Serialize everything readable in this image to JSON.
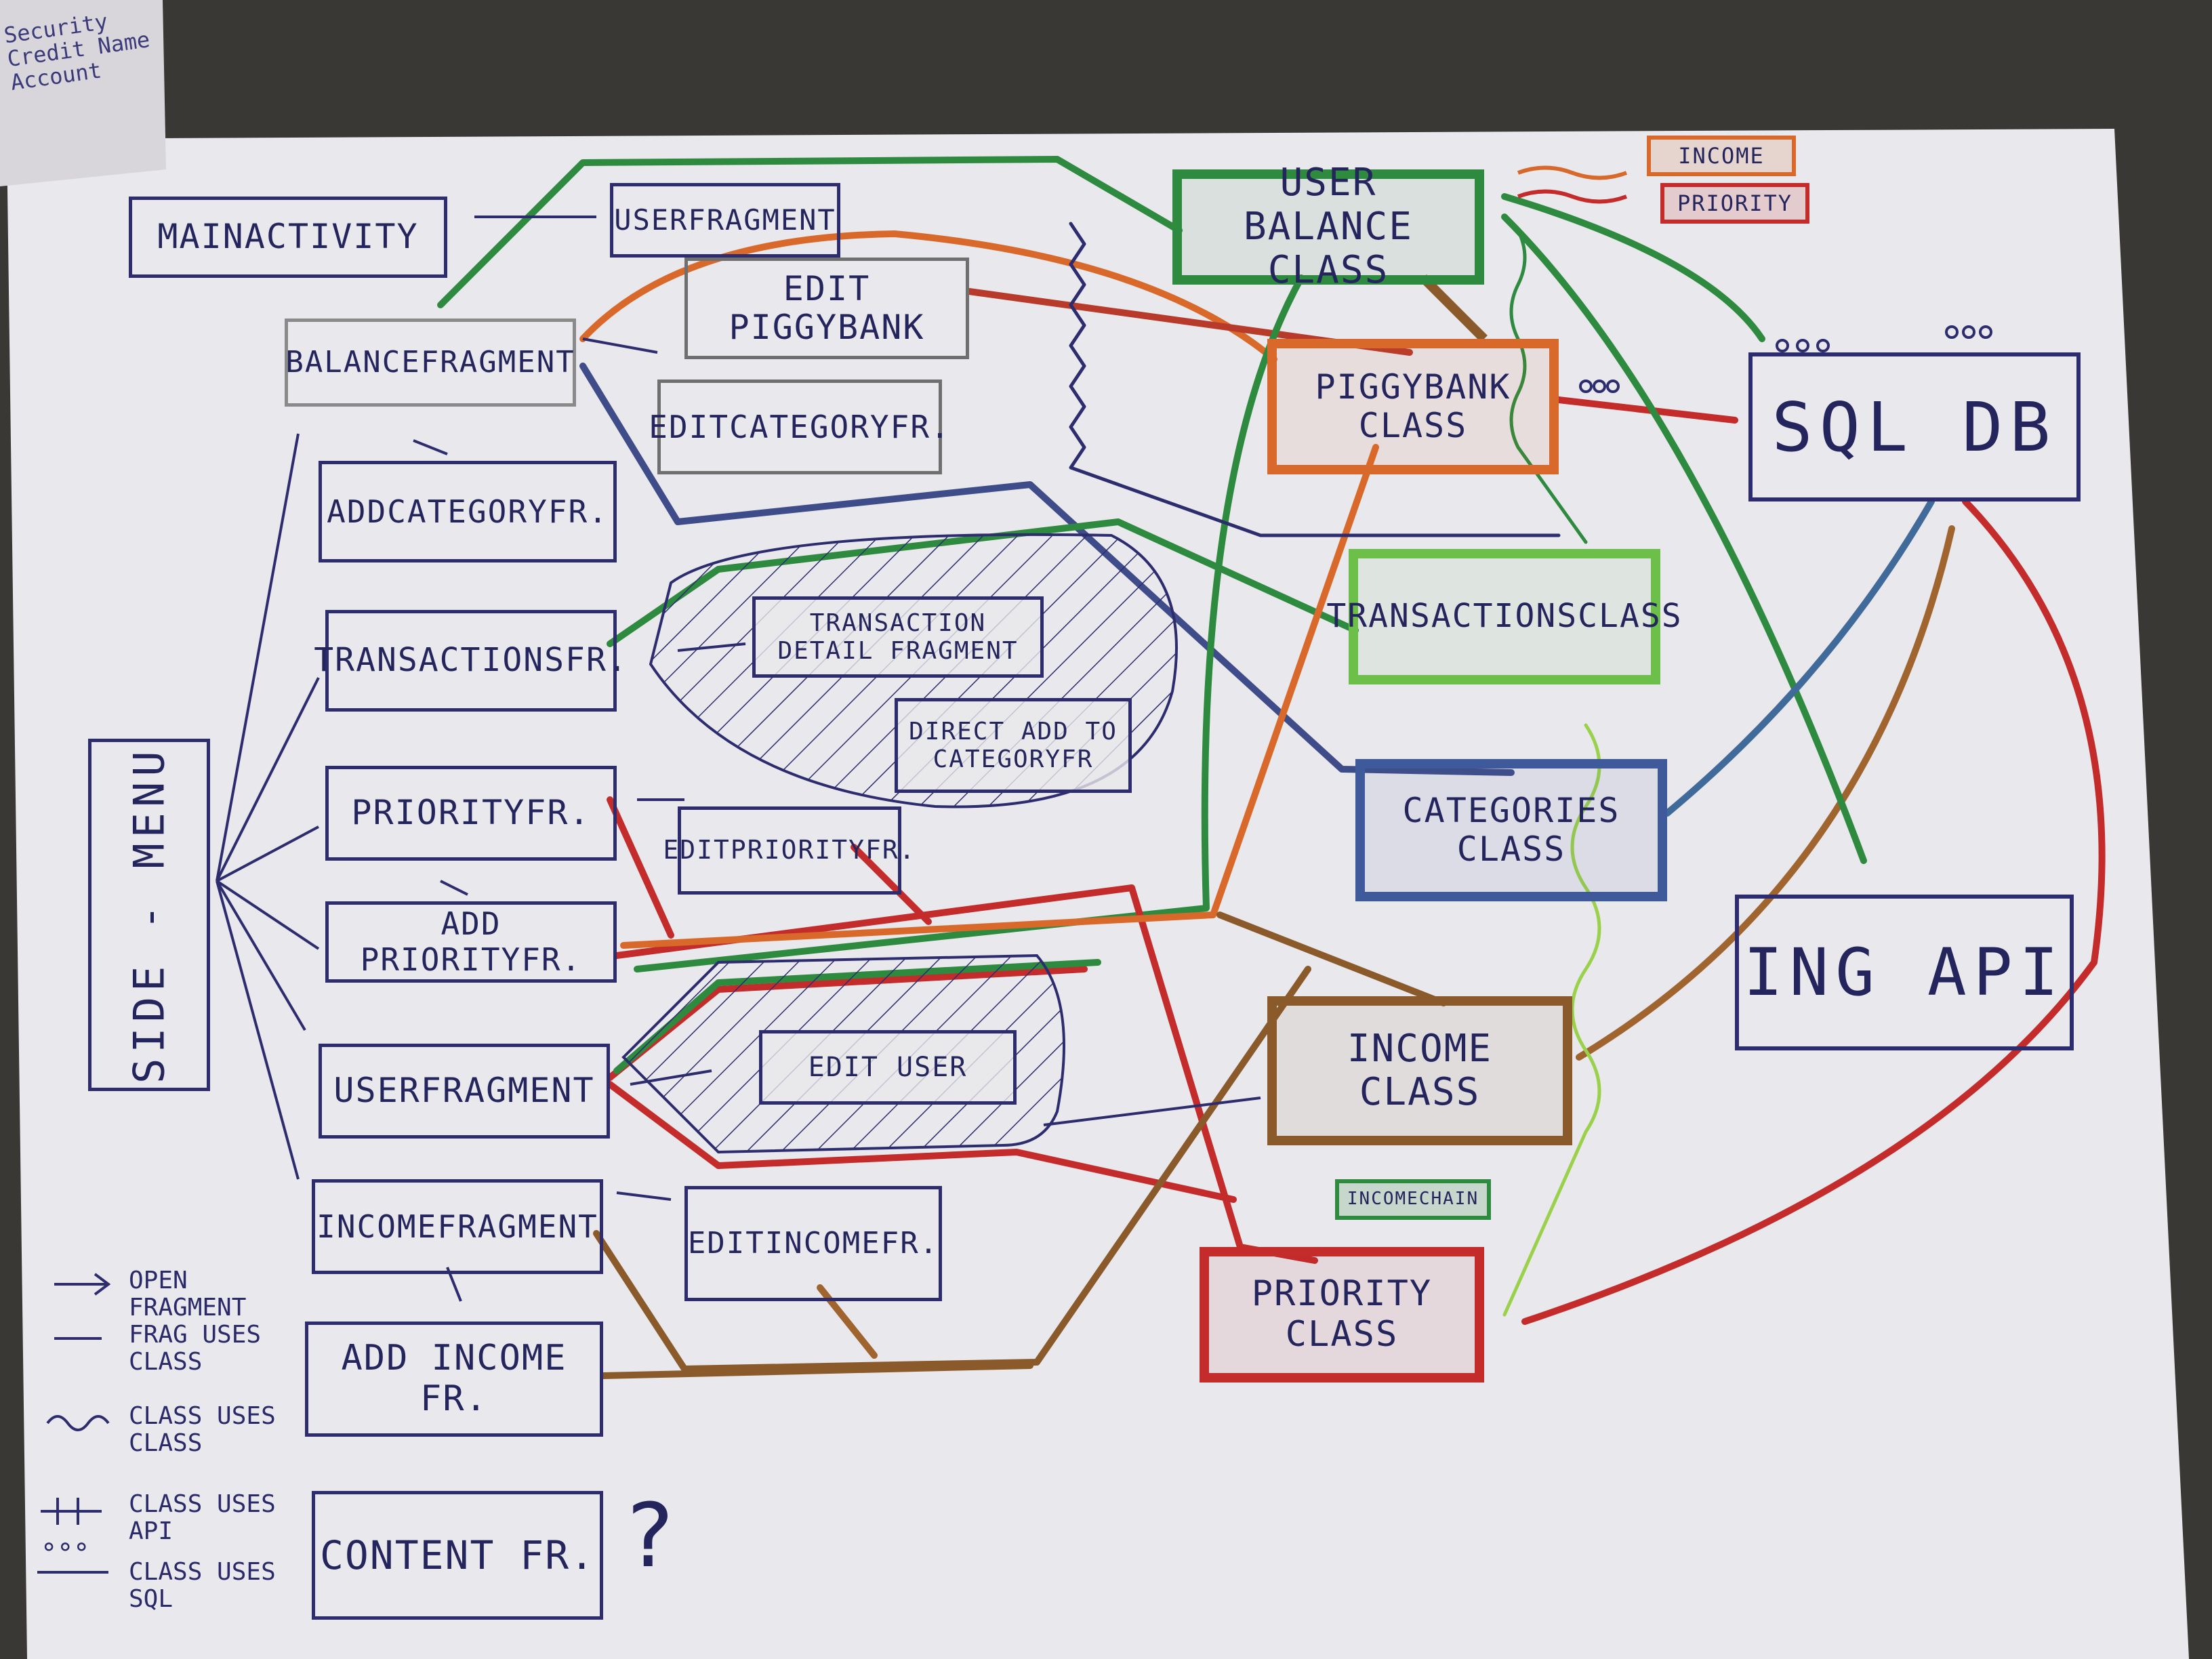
{
  "colors": {
    "paper": "#ecebef",
    "ink": "#2c2c6e",
    "green": "#2d8a3e",
    "orange": "#d9692a",
    "red": "#c42b2b",
    "brown": "#8a5a2b",
    "lightgreen": "#9ad14a",
    "gray": "#6f6f6f"
  },
  "fragments": {
    "main_activity": "MAINACTIVITY",
    "user_fragment_top": "USERFRAGMENT",
    "edit_piggybank": "EDIT PIGGYBANK",
    "balance_fragment": "BALANCEFRAGMENT",
    "edit_category": "EDITCATEGORYFR.",
    "add_category": "ADDCATEGORYFR.",
    "transactions": "TRANSACTIONSFR.",
    "transaction_detail": "TRANSACTION DETAIL FRAGMENT",
    "direct_add_category": "DIRECT ADD TO CATEGORYFR",
    "priority": "PRIORITYFR.",
    "edit_priority": "EDITPRIORITYFR.",
    "add_priority": "ADD PRIORITYFR.",
    "user_fragment": "USERFRAGMENT",
    "edit_user": "EDIT USER",
    "income_fragment": "INCOMEFRAGMENT",
    "edit_income": "EDITINCOMEFR.",
    "add_income": "ADD INCOME FR.",
    "content": "CONTENT FR.",
    "question_mark": "?"
  },
  "classes": {
    "user_balance": "USER BALANCE CLASS",
    "piggybank": "PIGGYBANK CLASS",
    "transactions": "TRANSACTIONSCLASS",
    "categories": "CATEGORIES CLASS",
    "income": "INCOME CLASS",
    "priority": "PRIORITY CLASS",
    "sql_db": "SQL DB",
    "ing_api": "ING API"
  },
  "side_menu": "SIDE - MENU",
  "top_tags": {
    "income": "INCOME",
    "priority": "PRIORITY"
  },
  "small_tag": "INCOMECHAIN",
  "legend": [
    {
      "symbol": "→",
      "label": "OPEN FRAGMENT"
    },
    {
      "symbol": "—",
      "label": "FRAG USES CLASS"
    },
    {
      "symbol": "⇝",
      "label": "CLASS USES CLASS"
    },
    {
      "symbol": "++",
      "label": "CLASS USES API"
    },
    {
      "symbol": "∘∘∘",
      "label": "CLASS USES SQL"
    }
  ],
  "corner_note": "Security Credit Name Account"
}
